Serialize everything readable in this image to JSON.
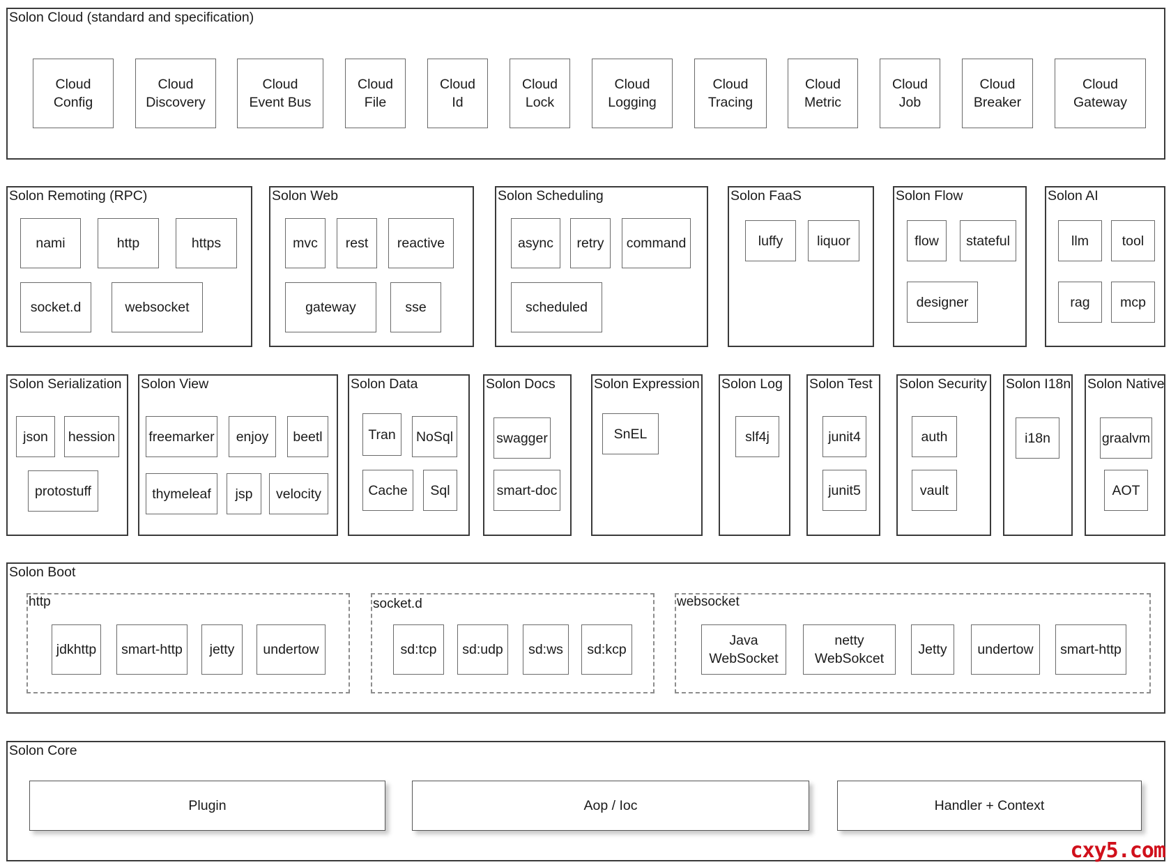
{
  "cloud": {
    "title": "Solon Cloud (standard and specification)",
    "items": [
      "Cloud\nConfig",
      "Cloud\nDiscovery",
      "Cloud\nEvent Bus",
      "Cloud\nFile",
      "Cloud\nId",
      "Cloud\nLock",
      "Cloud\nLogging",
      "Cloud\nTracing",
      "Cloud\nMetric",
      "Cloud\nJob",
      "Cloud\nBreaker",
      "Cloud\nGateway"
    ]
  },
  "remoting": {
    "title": "Solon Remoting (RPC)",
    "items": [
      "nami",
      "http",
      "https",
      "socket.d",
      "websocket"
    ]
  },
  "web": {
    "title": "Solon Web",
    "items": [
      "mvc",
      "rest",
      "reactive",
      "gateway",
      "sse"
    ]
  },
  "scheduling": {
    "title": "Solon Scheduling",
    "items": [
      "async",
      "retry",
      "command",
      "scheduled"
    ]
  },
  "faas": {
    "title": "Solon FaaS",
    "items": [
      "luffy",
      "liquor"
    ]
  },
  "flow": {
    "title": "Solon Flow",
    "items": [
      "flow",
      "stateful",
      "designer"
    ]
  },
  "ai": {
    "title": "Solon AI",
    "items": [
      "llm",
      "tool",
      "rag",
      "mcp"
    ]
  },
  "serialization": {
    "title": "Solon Serialization",
    "items": [
      "json",
      "hession",
      "protostuff"
    ]
  },
  "view": {
    "title": "Solon View",
    "items": [
      "freemarker",
      "enjoy",
      "beetl",
      "thymeleaf",
      "jsp",
      "velocity"
    ]
  },
  "data": {
    "title": "Solon Data",
    "items": [
      "Tran",
      "NoSql",
      "Cache",
      "Sql"
    ]
  },
  "docs": {
    "title": "Solon Docs",
    "items": [
      "swagger",
      "smart-doc"
    ]
  },
  "expression": {
    "title": "Solon Expression",
    "items": [
      "SnEL"
    ]
  },
  "log": {
    "title": "Solon Log",
    "items": [
      "slf4j"
    ]
  },
  "test": {
    "title": "Solon Test",
    "items": [
      "junit4",
      "junit5"
    ]
  },
  "security": {
    "title": "Solon Security",
    "items": [
      "auth",
      "vault"
    ]
  },
  "i18n": {
    "title": "Solon I18n",
    "items": [
      "i18n"
    ]
  },
  "native": {
    "title": "Solon Native",
    "items": [
      "graalvm",
      "AOT"
    ]
  },
  "boot": {
    "title": "Solon Boot",
    "http": {
      "title": "http",
      "items": [
        "jdkhttp",
        "smart-http",
        "jetty",
        "undertow"
      ]
    },
    "socketd": {
      "title": "socket.d",
      "items": [
        "sd:tcp",
        "sd:udp",
        "sd:ws",
        "sd:kcp"
      ]
    },
    "websocket": {
      "title": "websocket",
      "items": [
        "Java\nWebSocket",
        "netty\nWebSokcet",
        "Jetty",
        "undertow",
        "smart-http"
      ]
    }
  },
  "core": {
    "title": "Solon Core",
    "items": [
      "Plugin",
      "Aop / Ioc",
      "Handler + Context"
    ]
  },
  "watermark": "cxy5.com"
}
